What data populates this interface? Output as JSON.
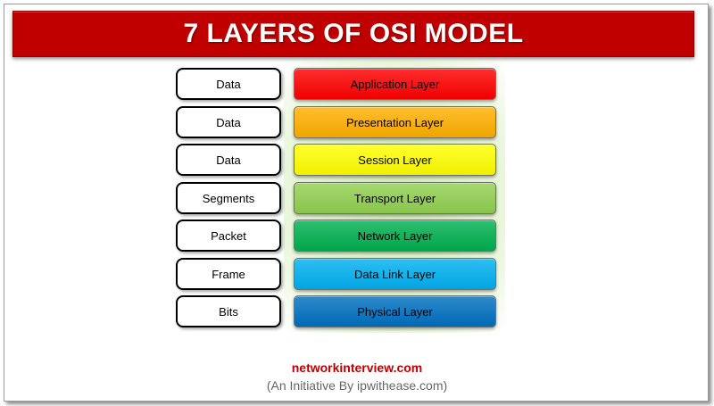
{
  "title": "7 LAYERS OF OSI MODEL",
  "layers": [
    {
      "data_unit": "Data",
      "layer": "Application Layer",
      "color": "#ff0000"
    },
    {
      "data_unit": "Data",
      "layer": "Presentation Layer",
      "color": "#ffb000"
    },
    {
      "data_unit": "Data",
      "layer": "Session Layer",
      "color": "#ffff00"
    },
    {
      "data_unit": "Segments",
      "layer": "Transport Layer",
      "color": "#92d050"
    },
    {
      "data_unit": "Packet",
      "layer": "Network Layer",
      "color": "#00b050"
    },
    {
      "data_unit": "Frame",
      "layer": "Data Link Layer",
      "color": "#00b0f0"
    },
    {
      "data_unit": "Bits",
      "layer": "Physical Layer",
      "color": "#0070c0"
    }
  ],
  "footer": {
    "site": "networkinterview.com",
    "tagline": "(An Initiative By ipwithease.com)"
  },
  "colors": {
    "banner": "#c00000",
    "site_text": "#c00000"
  }
}
